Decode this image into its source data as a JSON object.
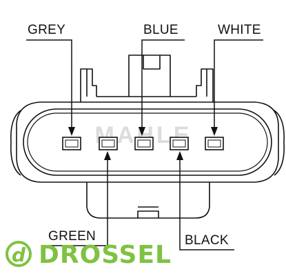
{
  "labels": {
    "grey": "GREY",
    "blue": "BLUE",
    "white": "WHITE",
    "green": "GREEN",
    "black": "BLACK"
  },
  "watermarks": {
    "brand": "DROSSEL",
    "brand_glyph": "d",
    "maker": "MAHLE"
  },
  "colors": {
    "line": "#111111",
    "brand_green": "#7fc241",
    "maker_gray": "#dcdcdc"
  }
}
